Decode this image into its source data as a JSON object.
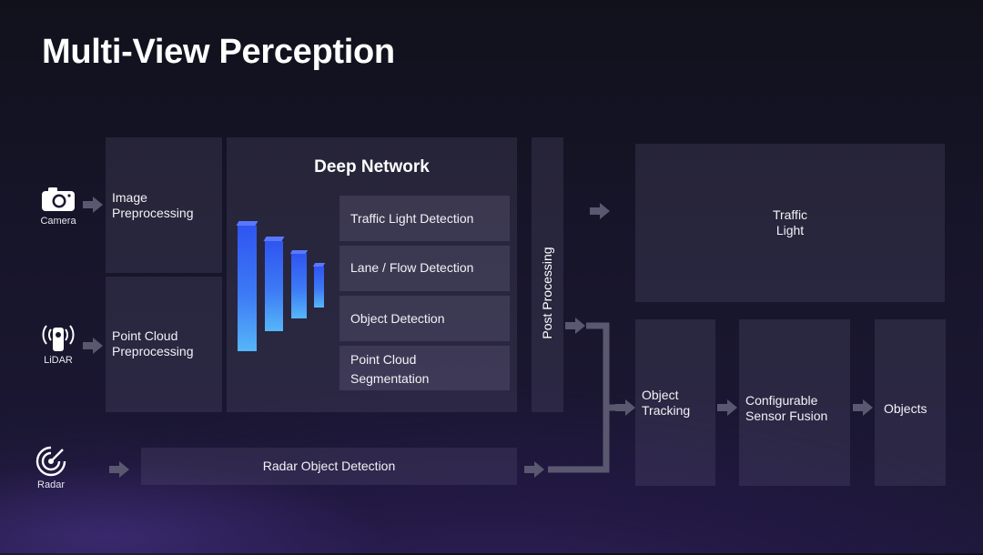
{
  "title": "Multi-View Perception",
  "inputs": {
    "camera": "Camera",
    "lidar": "LiDAR",
    "radar": "Radar"
  },
  "stages": {
    "image_preprocessing": "Image\nPreprocessing",
    "point_cloud_preprocessing": "Point Cloud\nPreprocessing",
    "deep_network": "Deep Network",
    "heads": [
      "Traffic Light Detection",
      "Lane / Flow Detection",
      "Object Detection",
      "Point Cloud\nSegmentation"
    ],
    "post_processing": "Post Processing",
    "radar_object_detection": "Radar Object Detection",
    "traffic_light": "Traffic\nLight",
    "object_tracking": "Object\nTracking",
    "sensor_fusion": "Configurable\nSensor Fusion",
    "objects": "Objects"
  },
  "colors": {
    "accent_bar": "#3d7af5",
    "panel": "#3a3852"
  }
}
